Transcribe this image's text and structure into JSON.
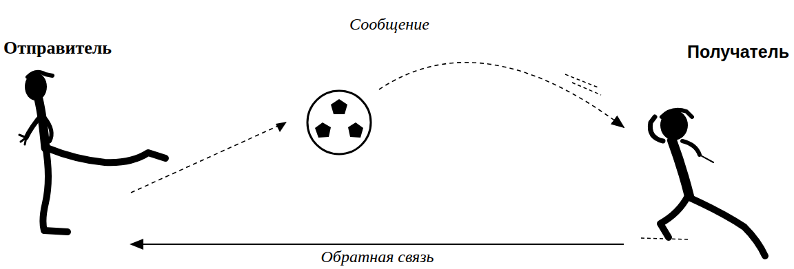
{
  "diagram": {
    "nodes": [
      {
        "text": [
          "Отправитель"
        ]
      },
      {
        "text": [
          "Получатель"
        ]
      }
    ],
    "edges": [
      {
        "from": 0,
        "to": 1,
        "arrow": "to",
        "label": "Сообщение"
      },
      {
        "from": 1,
        "to": 0,
        "arrow": "to",
        "label": "Обратная связь"
      }
    ]
  }
}
